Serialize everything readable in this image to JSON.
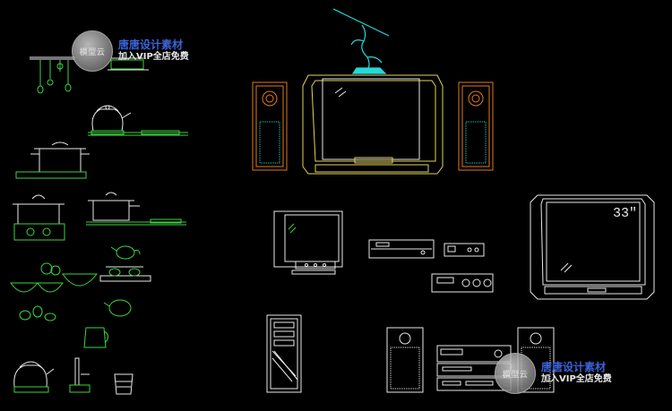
{
  "watermark": {
    "seal_text": "模型云",
    "line1": "唐唐设计素材",
    "line2": "加入VIP全店免费"
  },
  "tv": {
    "size_label": "33\""
  },
  "colors": {
    "background": "#000000",
    "cyan": "#27d8d8",
    "green": "#3cd63c",
    "white": "#e8e8e8",
    "yellow": "#e5d35a",
    "orange": "#e07a1e",
    "blue": "#3b63d8"
  }
}
